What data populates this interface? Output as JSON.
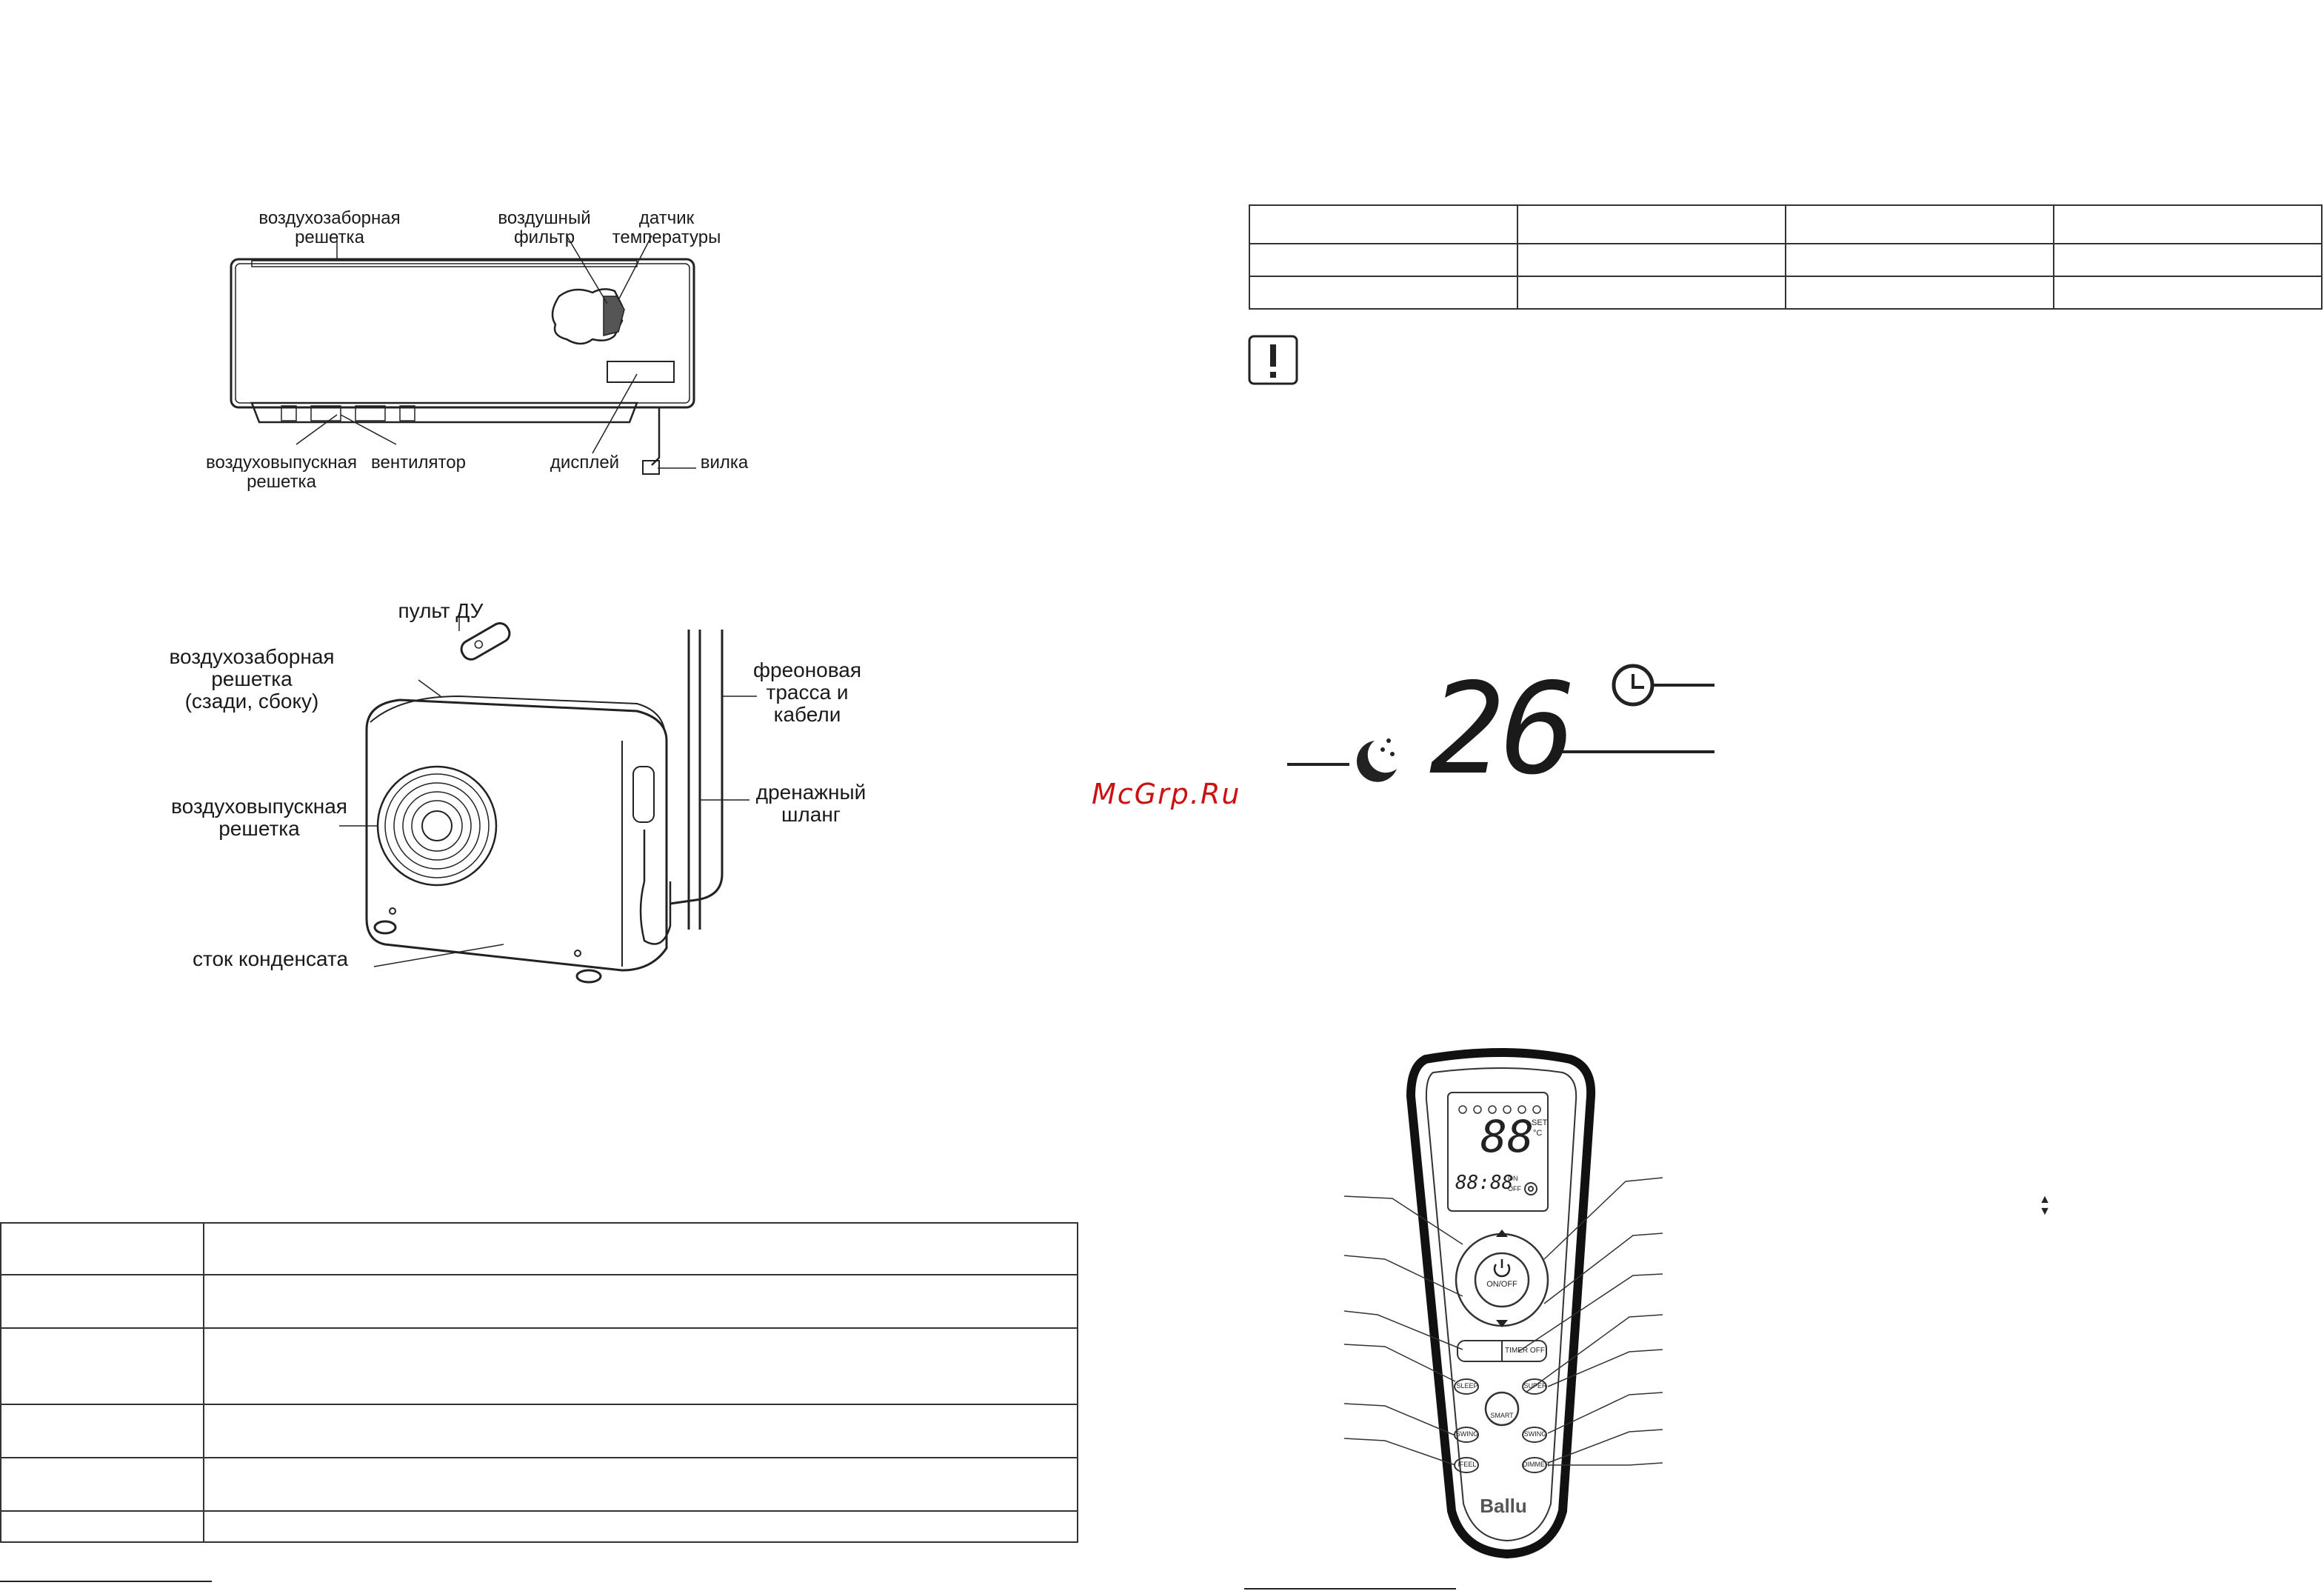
{
  "indoor_unit": {
    "labels": {
      "intake_grille": "воздухозаборная\nрешетка",
      "air_filter": "воздушный\nфильтр",
      "temp_sensor": "датчик\nтемпературы",
      "outlet_grille": "воздуховыпускная\nрешетка",
      "fan": "вентилятор",
      "display": "дисплей",
      "plug": "вилка"
    }
  },
  "outdoor_unit": {
    "labels": {
      "remote": "пульт ДУ",
      "intake_grille": "воздухозаборная\nрешетка\n(сзади, сбоку)",
      "outlet_grille": "воздуховыпускная\nрешетка",
      "condensate": "сток конденсата",
      "freon_line": "фреоновая\nтрасса и\nкабели",
      "drain_hose": "дренажный\nшланг"
    }
  },
  "left_table": {
    "rows": 6
  },
  "right_table": {
    "rows": 3,
    "cols": 4
  },
  "display_panel": {
    "temperature": "26"
  },
  "watermark": "McGrp.Ru",
  "remote_control": {
    "brand": "Ballu",
    "lcd": {
      "temp_digits": "88",
      "set_label": "SET",
      "unit": "°C",
      "time_digits": "88:88",
      "on_label": "ON",
      "off_label": "OFF"
    },
    "buttons": {
      "power": "ON/OFF",
      "timer_off": "TIMER OFF",
      "sleep": "SLEEP",
      "super": "SUPER",
      "smart": "SMART",
      "swing": "SWING",
      "swing2": "SWING",
      "ifeel": "iFEEL",
      "dimmer": "DIMMER"
    }
  },
  "arrows_symbol": "▲▼"
}
